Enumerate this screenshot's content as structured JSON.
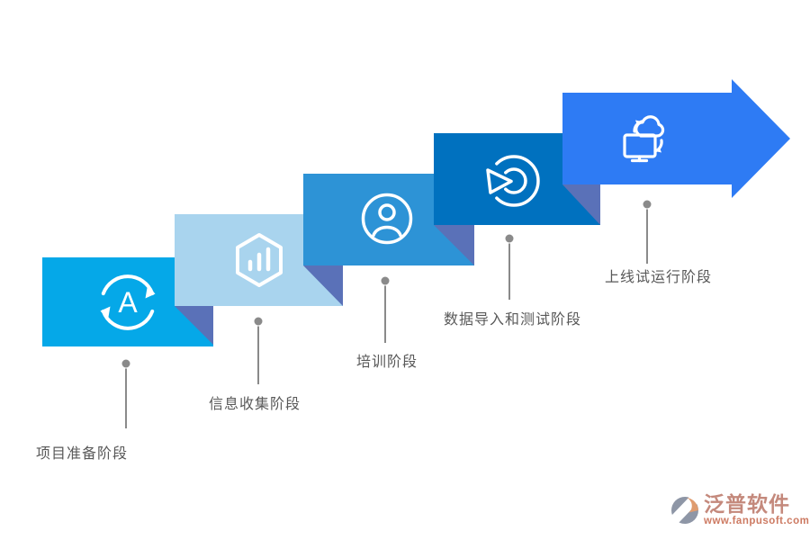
{
  "diagram": {
    "stages": [
      {
        "label": "项目准备阶段",
        "color": "#05a8e8",
        "icon": "refresh-a-icon",
        "icon_letter": "A"
      },
      {
        "label": "信息收集阶段",
        "color": "#a9d4ee",
        "icon": "hexagon-bar-chart-icon"
      },
      {
        "label": "培训阶段",
        "color": "#2d93d6",
        "icon": "user-circle-icon"
      },
      {
        "label": "数据导入和测试阶段",
        "color": "#0071bf",
        "icon": "pie-arc-icon"
      },
      {
        "label": "上线试运行阶段",
        "color": "#2e7bf4",
        "icon": "cloud-sync-monitor-icon"
      }
    ],
    "fold_color": "#5a71b8",
    "connector_color": "#8a8a8a",
    "label_color": "#595959"
  },
  "watermark": {
    "brand": "泛普软件",
    "url": "www.fanpusoft.com",
    "brand_color": "#c4897c",
    "url_color": "#cd7a62"
  }
}
